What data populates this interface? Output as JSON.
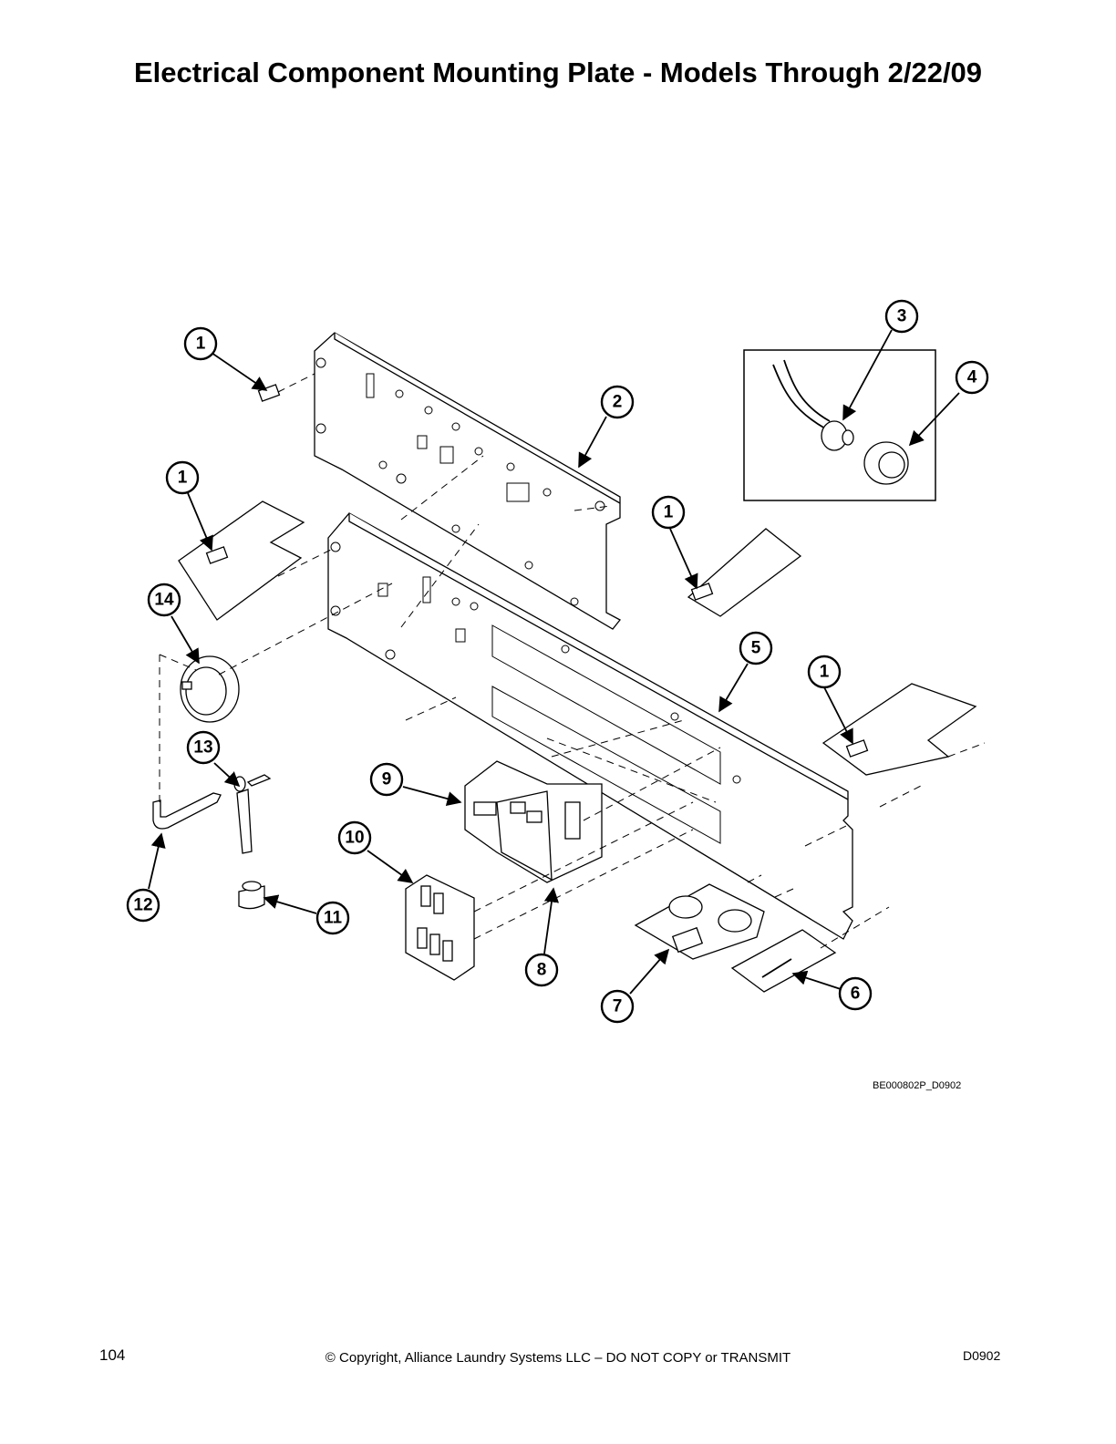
{
  "page": {
    "title": "Electrical Component Mounting Plate - Models Through 2/22/09",
    "drawing_id": "BE000802P_D0902",
    "page_number": "104",
    "copyright": "© Copyright, Alliance Laundry Systems LLC – DO NOT COPY or TRANSMIT",
    "doc_code": "D0902"
  },
  "callouts": [
    {
      "label": "1"
    },
    {
      "label": "1"
    },
    {
      "label": "1"
    },
    {
      "label": "1"
    },
    {
      "label": "2"
    },
    {
      "label": "3"
    },
    {
      "label": "4"
    },
    {
      "label": "5"
    },
    {
      "label": "6"
    },
    {
      "label": "7"
    },
    {
      "label": "8"
    },
    {
      "label": "9"
    },
    {
      "label": "10"
    },
    {
      "label": "11"
    },
    {
      "label": "12"
    },
    {
      "label": "13"
    },
    {
      "label": "14"
    }
  ]
}
